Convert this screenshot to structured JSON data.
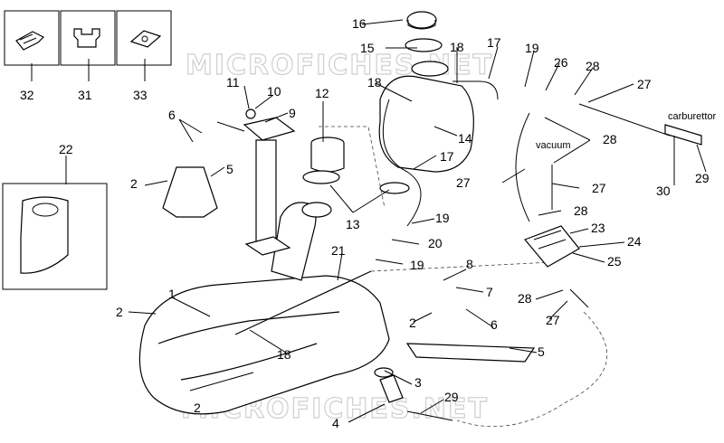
{
  "watermark": "MICROFICHES.NET",
  "notes": {
    "carburettor": "carburettor",
    "vacuum": "vacuum"
  },
  "callouts": {
    "c1": "1",
    "c2a": "2",
    "c2b": "2",
    "c2c": "2",
    "c2d": "2",
    "c3": "3",
    "c4": "4",
    "c5a": "5",
    "c5b": "5",
    "c6a": "6",
    "c6b": "6",
    "c7": "7",
    "c8": "8",
    "c9": "9",
    "c10": "10",
    "c11": "11",
    "c12": "12",
    "c13": "13",
    "c14": "14",
    "c15": "15",
    "c16": "16",
    "c17a": "17",
    "c17b": "17",
    "c18a": "18",
    "c18b": "18",
    "c18c": "18",
    "c19a": "19",
    "c19b": "19",
    "c19c": "19",
    "c20": "20",
    "c21": "21",
    "c22": "22",
    "c23": "23",
    "c24": "24",
    "c25": "25",
    "c26": "26",
    "c27a": "27",
    "c27b": "27",
    "c27c": "27",
    "c27d": "27",
    "c28a": "28",
    "c28b": "28",
    "c28c": "28",
    "c28d": "28",
    "c29a": "29",
    "c29b": "29",
    "c30": "30",
    "c31": "31",
    "c32": "32",
    "c33": "33"
  }
}
